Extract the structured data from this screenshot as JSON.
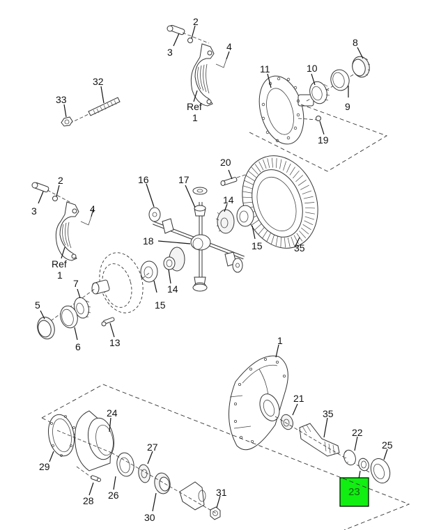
{
  "diagram": {
    "type": "exploded-parts-view",
    "subject": "differential carrier assembly",
    "highlight_color": "#11ee11",
    "highlighted_callout": "23",
    "callouts": {
      "c2a": "2",
      "c3a": "3",
      "c4a": "4",
      "ref1a_ref": "Ref",
      "ref1a_num": "1",
      "c32": "32",
      "c33": "33",
      "c8": "8",
      "c9": "9",
      "c10": "10",
      "c11": "11",
      "c19": "19",
      "c2b": "2",
      "c3b": "3",
      "c4b": "4",
      "ref1b_ref": "Ref",
      "ref1b_num": "1",
      "c16": "16",
      "c17": "17",
      "c20": "20",
      "c14a": "14",
      "c15a": "15",
      "c35a": "35",
      "c18": "18",
      "c5": "5",
      "c6": "6",
      "c7": "7",
      "c13": "13",
      "c14b": "14",
      "c15b": "15",
      "c1": "1",
      "c21": "21",
      "c35b": "35",
      "c22": "22",
      "c25": "25",
      "c23": "23",
      "c24": "24",
      "c29": "29",
      "c26": "26",
      "c27": "27",
      "c28": "28",
      "c30": "30",
      "c31": "31"
    }
  }
}
